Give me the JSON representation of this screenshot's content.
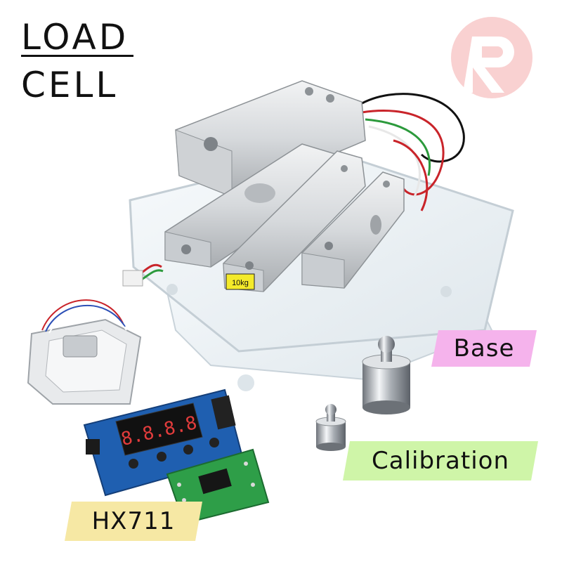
{
  "title": {
    "line1": "LOAD",
    "line2": "CELL"
  },
  "logo": {
    "letter": "R",
    "color": "#f4a8a8"
  },
  "labels": {
    "base": "Base",
    "calibration": "Calibration",
    "hx711": "HX711"
  },
  "product_marks": {
    "capacity_label": "10kg",
    "display_digits": "8.8.8.8"
  },
  "colors": {
    "base_tag": "#f5b3ec",
    "calibration_tag": "#cff5a8",
    "hx711_tag": "#f6e8a4",
    "pcb_blue": "#1f5fb0",
    "pcb_green": "#2e9e48",
    "aluminum": "#dfe1e3",
    "acrylic": "#eef3f6",
    "chrome": "#b9bec4"
  }
}
